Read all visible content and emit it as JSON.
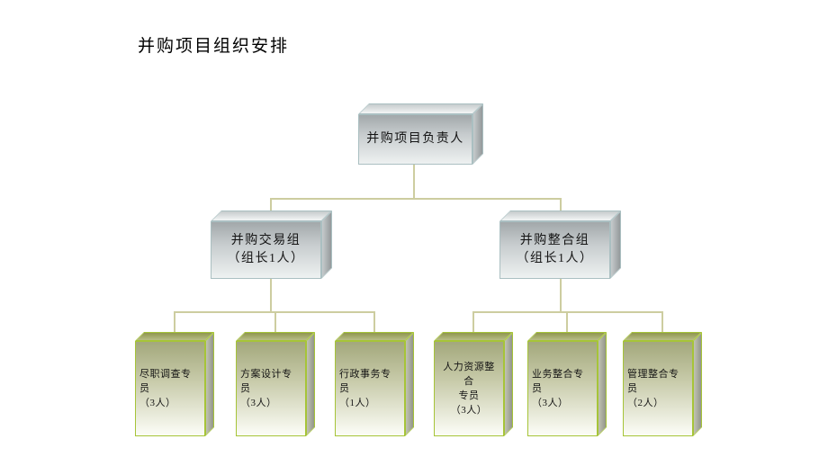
{
  "title": "并购项目组织安排",
  "org_chart": {
    "root": {
      "label": "并购项目负责人"
    },
    "groups": [
      {
        "name": "并购交易组",
        "detail": "（组长1人）"
      },
      {
        "name": "并购整合组",
        "detail": "（组长1人）"
      }
    ],
    "leaves": [
      {
        "line1": "尽职调查专员",
        "line2": "（3人）",
        "line3": ""
      },
      {
        "line1": "方案设计专员",
        "line2": "（3人）",
        "line3": ""
      },
      {
        "line1": "行政事务专员",
        "line2": "（1人）",
        "line3": ""
      },
      {
        "line1": "人力资源整合",
        "line2": "专员",
        "line3": "（3人）"
      },
      {
        "line1": "业务整合专员",
        "line2": "（3人）",
        "line3": ""
      },
      {
        "line1": "管理整合专员",
        "line2": "（2人）",
        "line3": ""
      }
    ]
  },
  "colors": {
    "background": "#ffffff",
    "text": "#141414",
    "connector_line": "#cdcda0",
    "gray_box_border": "#aabfc1",
    "gray_box_face_top": "#a2a8aa",
    "gray_box_face_bottom": "#eef1f1",
    "leaf_box_border": "#a6c438",
    "leaf_box_face_top": "#a3a87c",
    "leaf_box_face_bottom": "#fbfcf5"
  }
}
